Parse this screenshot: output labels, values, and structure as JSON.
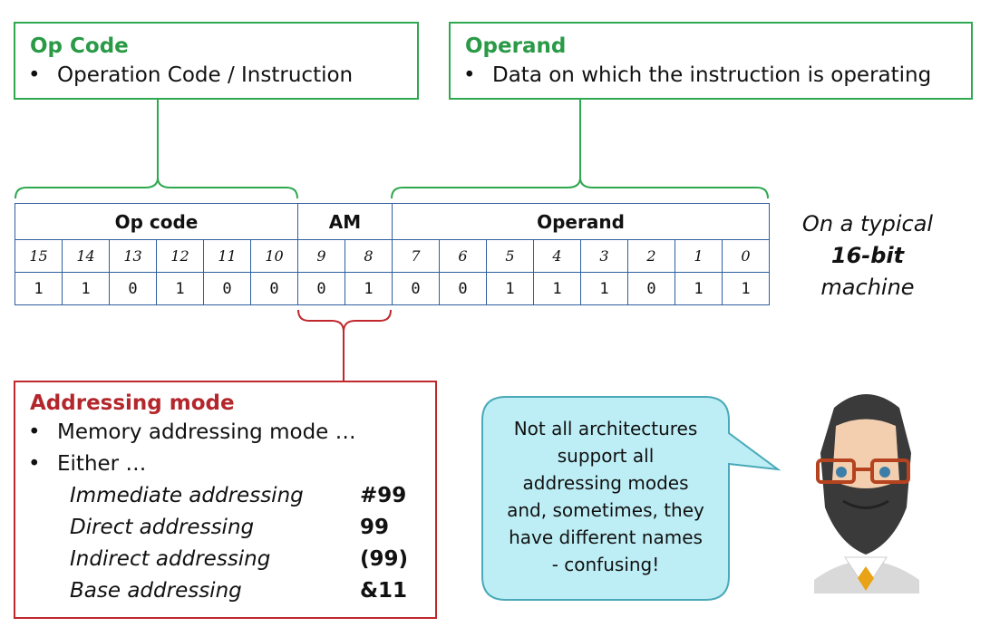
{
  "opcode_box": {
    "title": "Op Code",
    "bullet": "•",
    "text": "Operation Code / Instruction"
  },
  "operand_box": {
    "title": "Operand",
    "bullet": "•",
    "text": "Data on which the instruction is operating"
  },
  "register": {
    "headers": [
      "Op code",
      "AM",
      "Operand"
    ],
    "bit_numbers": [
      "15",
      "14",
      "13",
      "12",
      "11",
      "10",
      "9",
      "8",
      "7",
      "6",
      "5",
      "4",
      "3",
      "2",
      "1",
      "0"
    ],
    "bit_values": [
      "1",
      "1",
      "0",
      "1",
      "0",
      "0",
      "0",
      "1",
      "0",
      "0",
      "1",
      "1",
      "1",
      "0",
      "1",
      "1"
    ]
  },
  "side_note": {
    "line1": "On a typical",
    "line2": "16-bit",
    "line3": "machine"
  },
  "addressing_box": {
    "title": "Addressing mode",
    "bullets": [
      {
        "dot": "•",
        "text": "Memory addressing mode …"
      },
      {
        "dot": "•",
        "text": "Either …"
      }
    ],
    "modes": [
      {
        "name": "Immediate addressing",
        "example": "#99"
      },
      {
        "name": "Direct addressing",
        "example": "99"
      },
      {
        "name": "Indirect addressing",
        "example": "(99)"
      },
      {
        "name": "Base addressing",
        "example": "&11"
      }
    ]
  },
  "speech_bubble": {
    "lines": [
      "Not all architectures",
      "support all",
      "addressing modes",
      "and, sometimes, they",
      "have different names",
      "- confusing!"
    ]
  },
  "colors": {
    "green": "#2fa84f",
    "red": "#c0282d",
    "blue_border": "#2f5f9e",
    "bubble_fill": "#bdeef5"
  },
  "icons": {
    "character": "bearded-man-with-glasses-icon"
  }
}
